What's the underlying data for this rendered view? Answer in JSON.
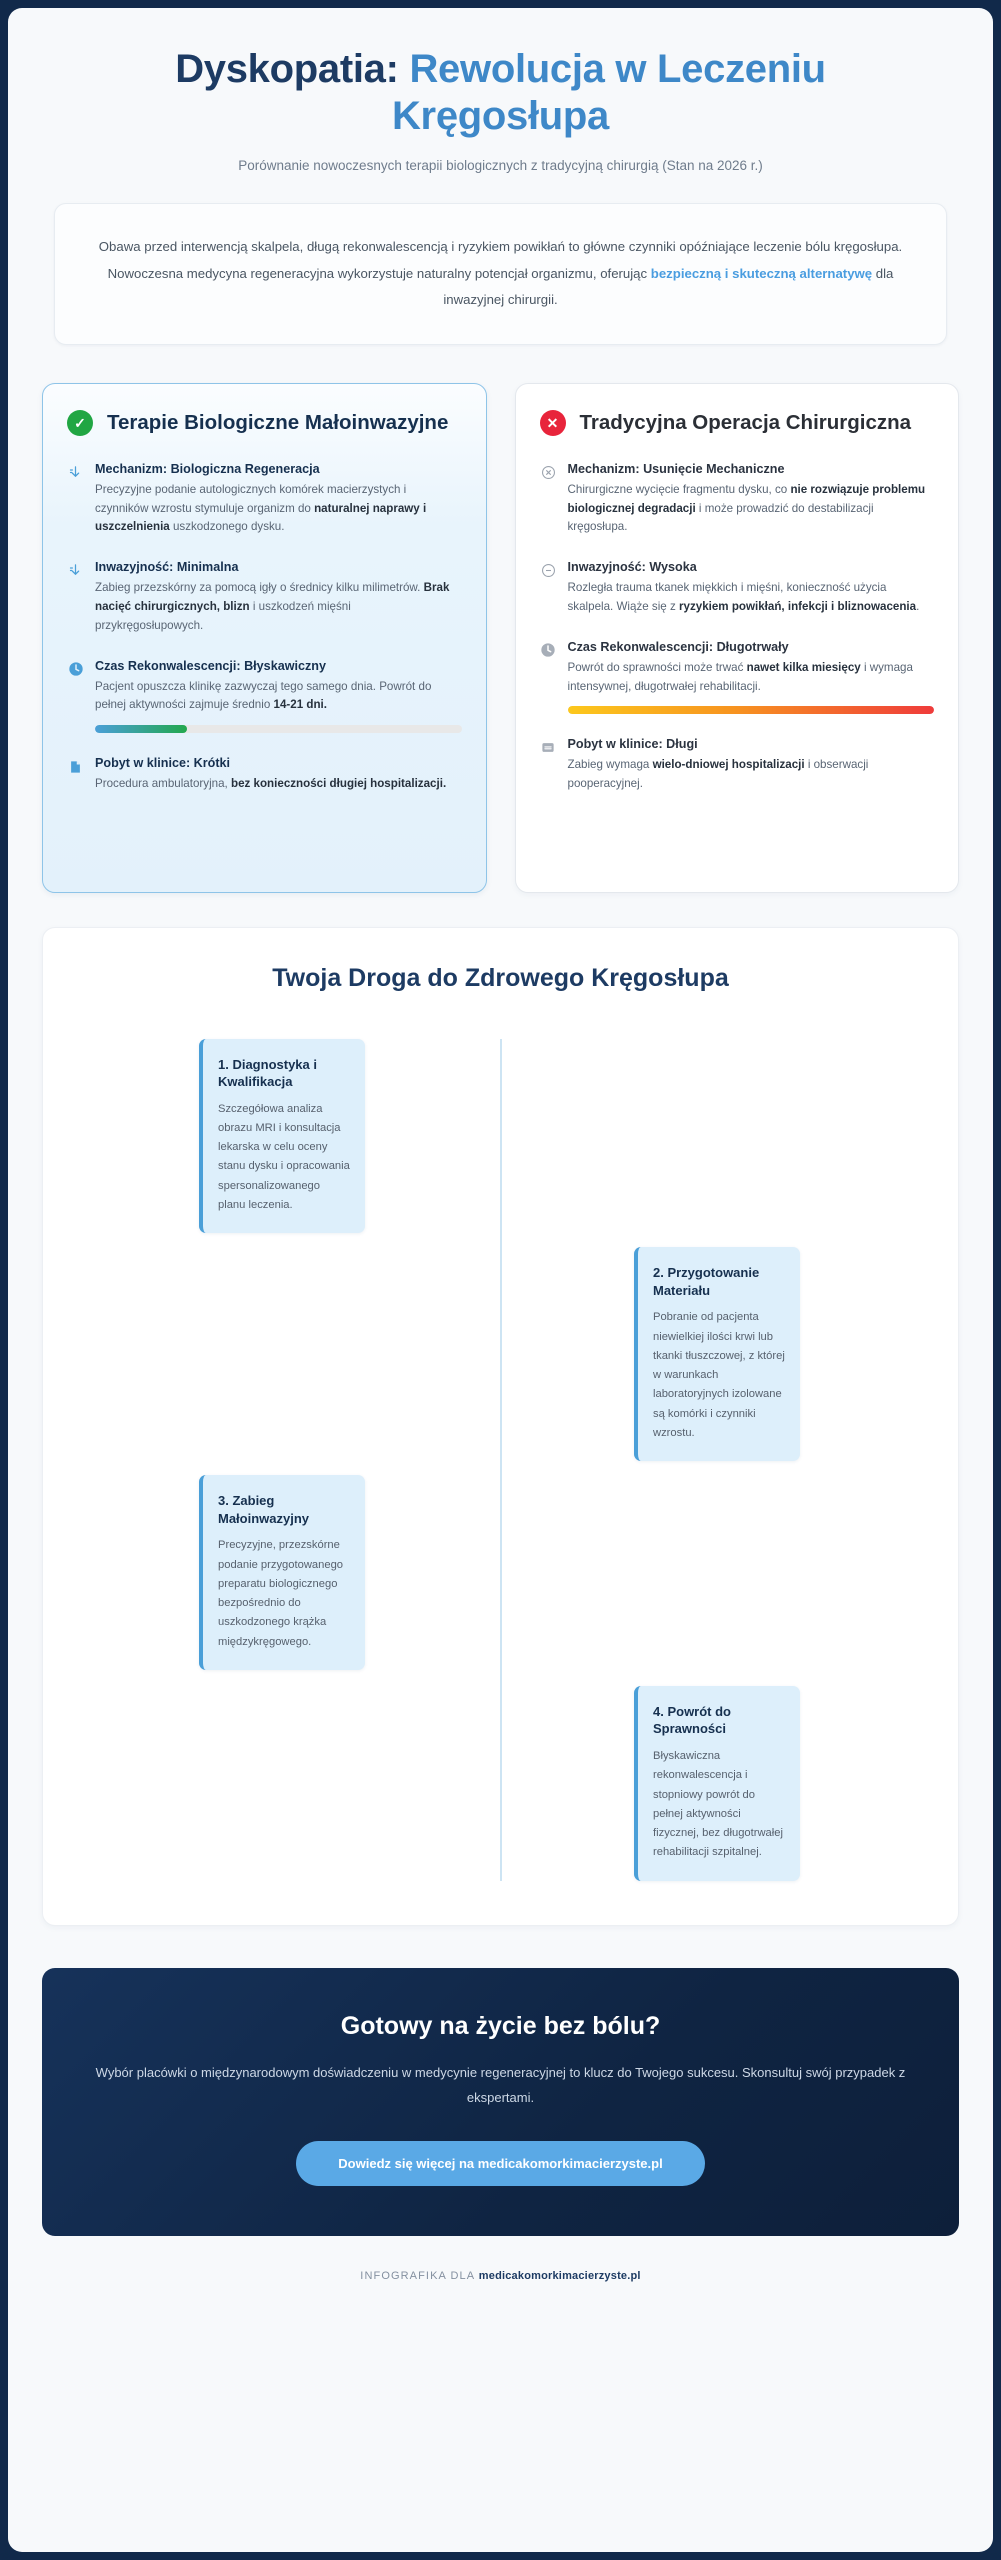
{
  "header": {
    "title_part1": "Dyskopatia: ",
    "title_part2": "Rewolucja w Leczeniu Kręgosłupa",
    "subtitle": "Porównanie nowoczesnych terapii biologicznych z tradycyjną chirurgią (Stan na 2026 r.)"
  },
  "intro": {
    "text_before": "Obawa przed interwencją skalpela, długą rekonwalescencją i ryzykiem powikłań to główne czynniki opóźniające leczenie bólu kręgosłupa. Nowoczesna medycyna regeneracyjna wykorzystuje naturalny potencjał organizmu, oferując ",
    "highlight": "bezpieczną i skuteczną alternatywę",
    "text_after": " dla inwazyjnej chirurgii."
  },
  "comparison": {
    "good": {
      "badge_icon": "check-circle-icon",
      "badge_glyph": "✓",
      "title": "Terapie Biologiczne Małoinwazyjne",
      "features": [
        {
          "icon": "syringe-down-icon",
          "title": "Mechanizm: Biologiczna Regeneracja",
          "desc_1": "Precyzyjne podanie autologicznych komórek macierzystych i czynników wzrostu stymuluje organizm do ",
          "desc_bold": "naturalnej naprawy i uszczelnienia",
          "desc_2": " uszkodzonego dysku.",
          "bar": null
        },
        {
          "icon": "syringe-down-icon",
          "title": "Inwazyjność: Minimalna",
          "desc_1": "Zabieg przezskórny za pomocą igły o średnicy kilku milimetrów. ",
          "desc_bold": "Brak nacięć chirurgicznych, blizn",
          "desc_2": " i uszkodzeń mięśni przykręgosłupowych.",
          "bar": null
        },
        {
          "icon": "clock-icon",
          "title": "Czas Rekonwalescencji: Błyskawiczny",
          "desc_1": "Pacjent opuszcza klinikę zazwyczaj tego samego dnia. Powrót do pełnej aktywności zajmuje średnio ",
          "desc_bold": "14-21 dni.",
          "desc_2": "",
          "bar": "good"
        },
        {
          "icon": "document-icon",
          "title": "Pobyt w klinice: Krótki",
          "desc_1": "Procedura ambulatoryjna, ",
          "desc_bold": "bez konieczności długiej hospitalizacji.",
          "desc_2": "",
          "bar": null
        }
      ]
    },
    "bad": {
      "badge_icon": "x-circle-icon",
      "badge_glyph": "✕",
      "title": "Tradycyjna Operacja Chirurgiczna",
      "features": [
        {
          "icon": "x-circle-outline-icon",
          "title": "Mechanizm: Usunięcie Mechaniczne",
          "desc_1": "Chirurgiczne wycięcie fragmentu dysku, co ",
          "desc_bold": "nie rozwiązuje problemu biologicznej degradacji",
          "desc_2": " i może prowadzić do destabilizacji kręgosłupa.",
          "bar": null
        },
        {
          "icon": "minus-circle-outline-icon",
          "title": "Inwazyjność: Wysoka",
          "desc_1": "Rozległa trauma tkanek miękkich i mięśni, konieczność użycia skalpela. Wiąże się z ",
          "desc_bold": "ryzykiem powikłań, infekcji i bliznowacenia",
          "desc_2": ".",
          "bar": null
        },
        {
          "icon": "clock-icon",
          "title": "Czas Rekonwalescencji: Długotrwały",
          "desc_1": "Powrót do sprawności może trwać ",
          "desc_bold": "nawet kilka miesięcy",
          "desc_2": " i wymaga intensywnej, długotrwałej rehabilitacji.",
          "bar": "bad"
        },
        {
          "icon": "hospital-bed-icon",
          "title": "Pobyt w klinice: Długi",
          "desc_1": "Zabieg wymaga ",
          "desc_bold": "wielo-dniowej hospitalizacji",
          "desc_2": " i obserwacji pooperacyjnej.",
          "bar": null
        }
      ]
    }
  },
  "timeline": {
    "title": "Twoja Droga do Zdrowego Kręgosłupa",
    "steps": [
      {
        "side": "left",
        "title": "1. Diagnostyka i Kwalifikacja",
        "desc": "Szczegółowa analiza obrazu MRI i konsultacja lekarska w celu oceny stanu dysku i opracowania spersonalizowanego planu leczenia."
      },
      {
        "side": "right",
        "title": "2. Przygotowanie Materiału",
        "desc": "Pobranie od pacjenta niewielkiej ilości krwi lub tkanki tłuszczowej, z której w warunkach laboratoryjnych izolowane są komórki i czynniki wzrostu."
      },
      {
        "side": "left",
        "title": "3. Zabieg Małoinwazyjny",
        "desc": "Precyzyjne, przezskórne podanie przygotowanego preparatu biologicznego bezpośrednio do uszkodzonego krążka międzykręgowego."
      },
      {
        "side": "right",
        "title": "4. Powrót do Sprawności",
        "desc": "Błyskawiczna rekonwalescencja i stopniowy powrót do pełnej aktywności fizycznej, bez długotrwałej rehabilitacji szpitalnej."
      }
    ]
  },
  "cta": {
    "title": "Gotowy na życie bez bólu?",
    "text": "Wybór placówki o międzynarodowym doświadczeniu w medycynie regeneracyjnej to klucz do Twojego sukcesu. Skonsultuj swój przypadek z ekspertami.",
    "button_label": "Dowiedz się więcej na medicakomorkimacierzyste.pl"
  },
  "footer": {
    "prefix": "INFOGRAFIKA DLA ",
    "brand": "medicakomorkimacierzyste.pl"
  },
  "colors": {
    "brand_dark": "#1d3b63",
    "accent_blue": "#3e88c8",
    "success_green": "#21a643",
    "danger_red": "#e8243b",
    "button_blue": "#5aa9e6"
  }
}
